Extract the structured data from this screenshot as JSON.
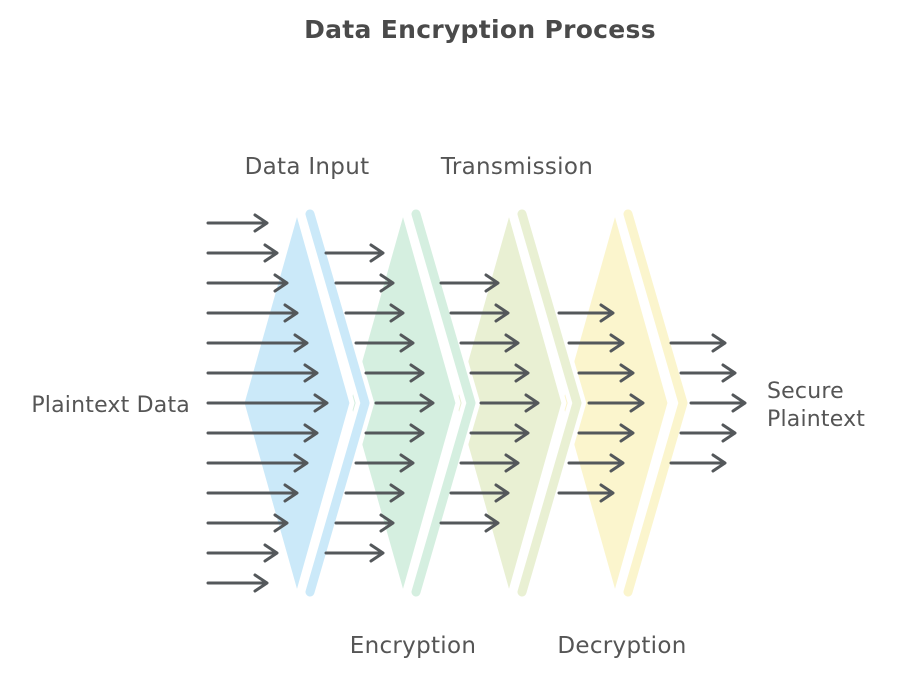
{
  "title": "Data Encryption Process",
  "flow": {
    "source_label": "Plaintext Data",
    "sink_label_line1": "Secure",
    "sink_label_line2": "Plaintext"
  },
  "stages": [
    {
      "name": "Data Input",
      "label_position": "top",
      "fill": "#cbe9f9"
    },
    {
      "name": "Encryption",
      "label_position": "bottom",
      "fill": "#d5efe0"
    },
    {
      "name": "Transmission",
      "label_position": "top",
      "fill": "#e9f0d3"
    },
    {
      "name": "Decryption",
      "label_position": "bottom",
      "fill": "#fbf5cd"
    }
  ],
  "arrows": {
    "color": "#54585b",
    "group_counts": [
      13,
      11,
      9,
      7,
      5
    ]
  },
  "colors": {
    "title_text": "#4a4a4a",
    "label_text": "#555555",
    "background": "#ffffff",
    "stripe": "#ffffff"
  }
}
